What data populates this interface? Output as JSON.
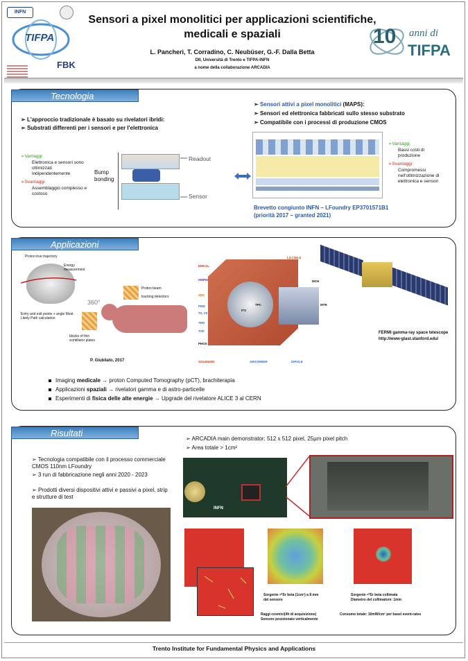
{
  "header": {
    "title_line1": "Sensori a pixel monolitici per applicazioni scientifiche,",
    "title_line2": "medicali e spaziali",
    "authors": "L. Pancheri, T. Corradino, C. Neubüser, G.-F. Dalla Betta",
    "affiliation": "DII, Università di Trento e TIFPA-INFN",
    "collaboration": "a nome della collaborazione ARCADIA",
    "logo_left_text": "TIFPA",
    "logo_infn": "INFN",
    "logo_right_text_anni": "anni di",
    "logo_right_number": "10",
    "logo_right_brand": "TIFPA",
    "logo_fbk": "FBK"
  },
  "tecnologia": {
    "title": "Tecnologia",
    "left_bullets": [
      "L'approccio tradizionale è basato su rivelatori ibridi:",
      "Substrati differenti per i sensori e per l'elettronica"
    ],
    "vantaggi_label": "Vantaggi:",
    "vantaggi_text": "Elettronica e sensori sono ottimizzati indipendentemente",
    "svantaggi_label": "Svantaggi:",
    "svantaggi_text": "Assemblaggio complesso e costoso",
    "hybrid_labels": {
      "readout": "Readout",
      "bump": "Bump bonding",
      "sensor": "Sensor"
    },
    "maps_prefix": "Sensori attivi a pixel monolitici",
    "maps_suffix": " (MAPS):",
    "right_bullets": [
      "Sensori ed elettronica fabbricati sullo stesso substrato",
      "Compatibile con i processi di produzione CMOS"
    ],
    "r_vantaggi_label": "Vantaggi:",
    "r_vantaggi_text": "Bassi costi di produzione",
    "r_svantaggi_label": "Svantaggi:",
    "r_svantaggi_text": "Compromessi nell'ottimizzazione di elettronica e sensori",
    "patent_line1": "Brevetto congiunto INFN – LFoundry EP3701571B1",
    "patent_line2": "(priorità 2017 – granted 2021)"
  },
  "applicazioni": {
    "title": "Applicazioni",
    "pct_labels": {
      "trajectory": "Proton true trajectory",
      "energy": "Energy measurement",
      "entry": "Entry and exit points + angle Most Likely Path calculation",
      "angle": "360°",
      "beam": "Proton beam",
      "tracking": "tracking detectors",
      "blocks": "blocks of thin scintillator plates"
    },
    "pct_credit": "P. Giubilato, 2017",
    "alice_labels": [
      "EMCAL",
      "HMPID",
      "ZDC",
      "PMD",
      "T0, V0",
      "TRD",
      "TOF",
      "PHOS",
      "SOLENOID",
      "ABSORBER",
      "DIPOLE",
      "TPC",
      "ITS",
      "MCH",
      "MTR",
      "L3 COILS"
    ],
    "fermi_caption": "FERMI  gamma-ray space telescope",
    "fermi_url": "http://www-glast.stanford.edu/",
    "bullets": [
      {
        "pre": "Imaging ",
        "bold": "medicale",
        "post": " → proton Computed Tomography (pCT), brachiterapia"
      },
      {
        "pre": "Applicazioni ",
        "bold": "spaziali",
        "post": " → rivelatori gamma e di astro-particelle"
      },
      {
        "pre": "Esperimenti di ",
        "bold": "fisica delle alte energie",
        "post": " → Upgrade del rivelatore ALICE 3 al CERN"
      }
    ]
  },
  "risultati": {
    "title": "Risultati",
    "left_bullets": [
      "Tecnologia compatibile con il processo commerciale CMOS 110nm LFoundry",
      "3 run di fabbricazione negli anni 2020 - 2023",
      "Prodotti diversi dispositivi attivi e passivi a pixel, strip e strutture di test"
    ],
    "right_bullets": [
      "ARCADIA main demonstrator: 512 x 512 pixel, 25µm pixel pitch",
      "Area totale > 1cm²"
    ],
    "board_label": "INFN",
    "cap_cosmic_1": "Raggi cosmici(4h di acquisizione)",
    "cap_cosmic_2": "Sensore posizionato verticalmente",
    "cap_sr_1": "Sorgente ⁹⁰Sr beta (1cm²) a 8 mm",
    "cap_sr_2": "dal sensore",
    "cap_coll_1": "Sorgente ⁹⁰Sr beta collimata",
    "cap_coll_2": "Diametro del collimatore: 1mm",
    "cap_power": "Consumo totale: 10mW/cm² per basel event-rates"
  },
  "footer": "Trento Institute for Fundamental Physics and Applications",
  "colors": {
    "accent_blue": "#3d80bf",
    "green": "#3a9a2a",
    "red": "#d03020",
    "hist_red": "#d9342b"
  }
}
